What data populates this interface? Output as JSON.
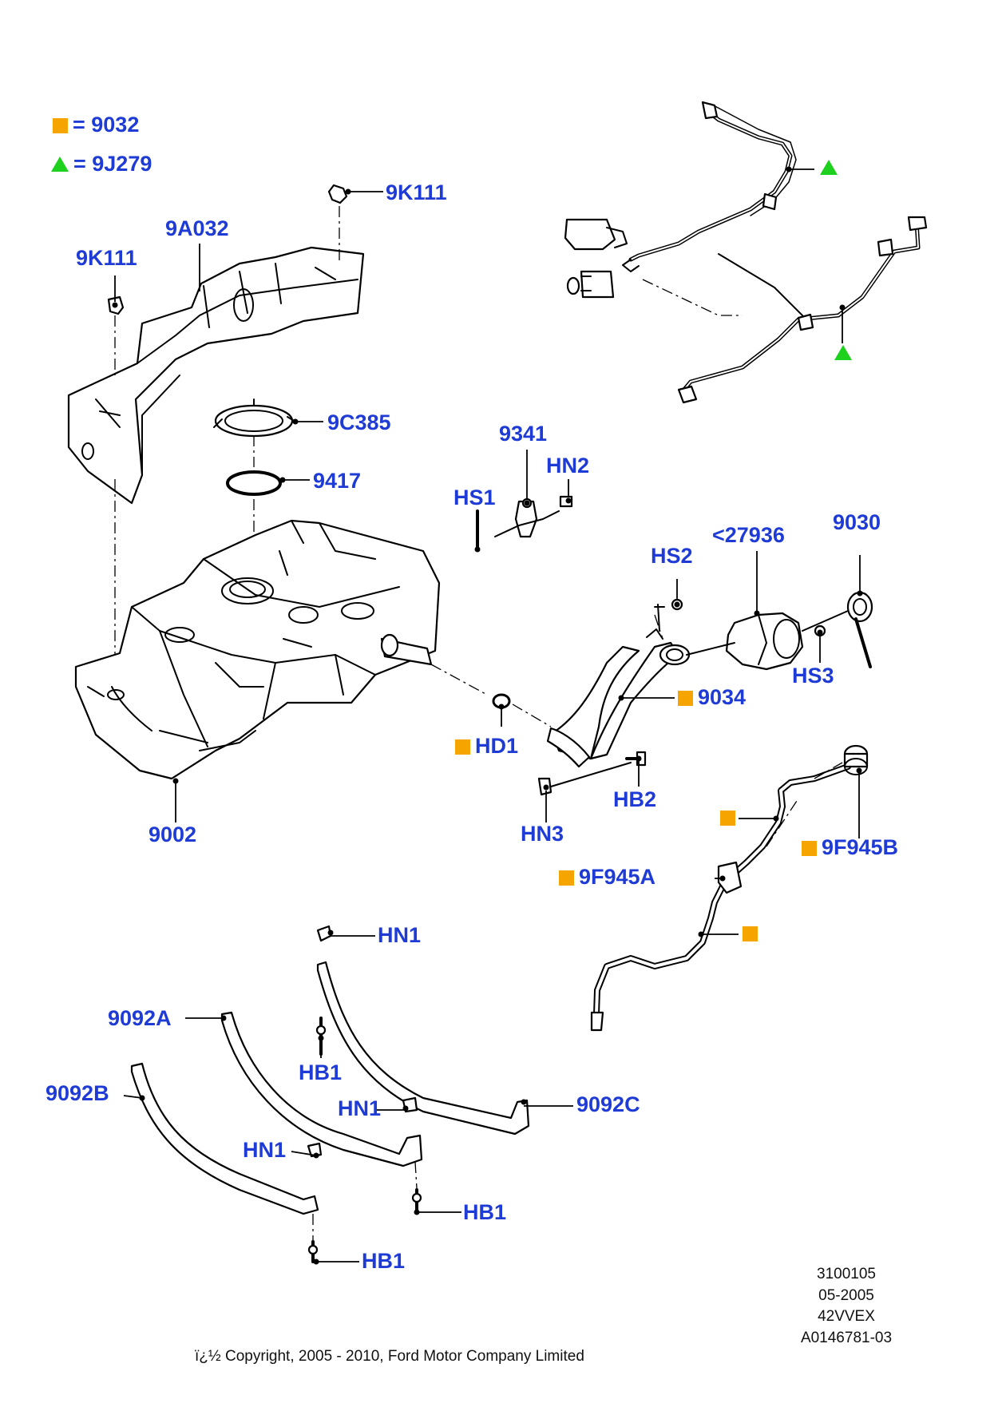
{
  "legend": [
    {
      "symbol": "square",
      "color": "#f5a400",
      "text": "= 9032"
    },
    {
      "symbol": "triangle",
      "color": "#1fd11f",
      "text": "= 9J279"
    }
  ],
  "labels": {
    "l_9k111_top": "9K111",
    "l_9a032": "9A032",
    "l_9k111_left": "9K111",
    "l_9c385": "9C385",
    "l_9417": "9417",
    "l_9341": "9341",
    "l_hn2": "HN2",
    "l_hs1": "HS1",
    "l_27936": "<27936",
    "l_9030": "9030",
    "l_hs2": "HS2",
    "l_hs3": "HS3",
    "l_9034": "9034",
    "l_hd1": "HD1",
    "l_hb2": "HB2",
    "l_hn3": "HN3",
    "l_9002": "9002",
    "l_9f945b": "9F945B",
    "l_9f945a": "9F945A",
    "l_hn1_a": "HN1",
    "l_9092a": "9092A",
    "l_hb1_a": "HB1",
    "l_9092c": "9092C",
    "l_9092b": "9092B",
    "l_hn1_b": "HN1",
    "l_hn1_c": "HN1",
    "l_hb1_b": "HB1",
    "l_hb1_c": "HB1"
  },
  "meta": {
    "line1": "3100105",
    "line2": "05-2005",
    "line3": "42VVEX",
    "line4": "A0146781-03"
  },
  "copyright": "ï¿½ Copyright, 2005 - 2010, Ford Motor Company Limited",
  "colors": {
    "label": "#1f3bd6",
    "marker_square": "#f5a400",
    "marker_triangle": "#1fd11f"
  }
}
